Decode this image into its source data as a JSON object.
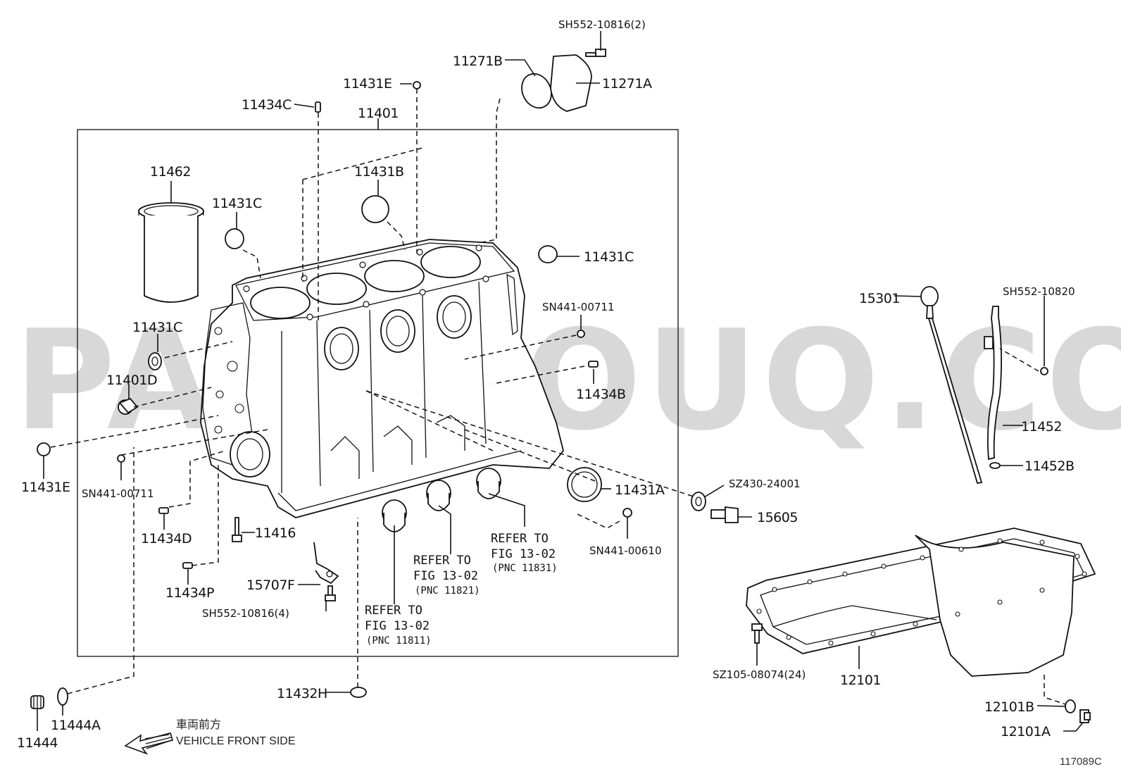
{
  "watermark": "PARTSOUQ.COM",
  "figure_id": "117089C",
  "direction": {
    "japanese": "車両前方",
    "english": "VEHICLE FRONT SIDE"
  },
  "labels": {
    "sh552_10816_2": "SH552-10816(2)",
    "p11271b": "11271B",
    "p11271a": "11271A",
    "p11431e_top": "11431E",
    "p11434c": "11434C",
    "p11401": "11401",
    "p11462": "11462",
    "p11431b": "11431B",
    "p11431c_a": "11431C",
    "p11431c_b": "11431C",
    "p11431c_c": "11431C",
    "sn441_00711_a": "SN441-00711",
    "p11401d": "11401D",
    "p11434b": "11434B",
    "p11431e_left": "11431E",
    "sn441_00711_b": "SN441-00711",
    "p11434d": "11434D",
    "p11416": "11416",
    "p11431a": "11431A",
    "sz430_24001": "SZ430-24001",
    "p15605": "15605",
    "sn441_00610": "SN441-00610",
    "p11434p": "11434P",
    "p15707f": "15707F",
    "sh552_10816_4": "SH552-10816(4)",
    "p11432h": "11432H",
    "p11444a": "11444A",
    "p11444": "11444",
    "p15301": "15301",
    "sh552_10820": "SH552-10820",
    "p11452": "11452",
    "p11452b": "11452B",
    "p12101": "12101",
    "sz105_08074_24": "SZ105-08074(24)",
    "p12101b": "12101B",
    "p12101a": "12101A"
  },
  "refer_notes": [
    {
      "line1": "REFER TO",
      "line2": "FIG 13-02",
      "line3": "(PNC 11821)"
    },
    {
      "line1": "REFER TO",
      "line2": "FIG 13-02",
      "line3": "(PNC 11831)"
    },
    {
      "line1": "REFER TO",
      "line2": "FIG 13-02",
      "line3": "(PNC 11811)"
    }
  ]
}
